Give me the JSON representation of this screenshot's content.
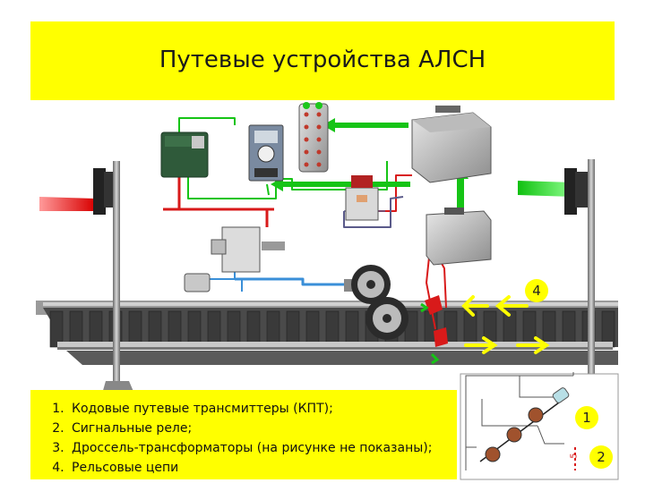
{
  "title": "Путевые устройства АЛСН",
  "legend": {
    "items": [
      "Кодовые путевые трансмиттеры (КПТ);",
      "Сигнальные реле;",
      "Дроссель-трансформаторы (на рисунке не показаны);",
      "Рельсовые цепи"
    ]
  },
  "callouts": {
    "rail_circuit": "4",
    "inset_one": "1",
    "inset_two": "2"
  },
  "inset_vertical_text": "5",
  "colors": {
    "banner": "#ffff00",
    "wire_red": "#d81a1a",
    "wire_green": "#16c416",
    "wire_blue": "#3a8fd8",
    "arrow_yellow": "#ffff00",
    "signal_red": "#e02020",
    "signal_green": "#1ec81e"
  },
  "icons": [
    "signal-mast-icon",
    "transmitter-box-icon",
    "relay-icon",
    "choke-icon",
    "wheelset-icon"
  ]
}
